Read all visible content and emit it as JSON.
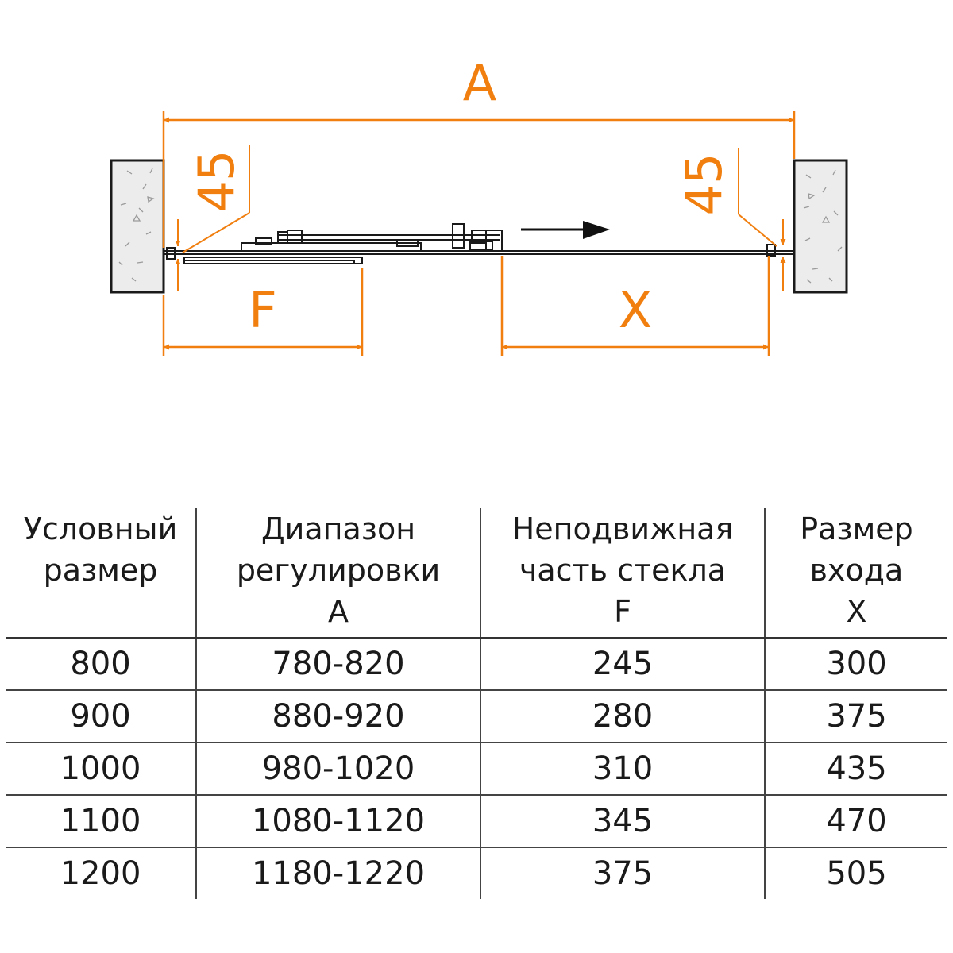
{
  "diagram": {
    "dimension_labels": {
      "a": "A",
      "f": "F",
      "x": "X",
      "offset_left": "45",
      "offset_right": "45"
    },
    "colors": {
      "dimension": "#f07f10",
      "outline": "#1a1a1a",
      "wall_fill": "#e6e6e6"
    },
    "opening_direction_icon": "arrow-right-icon"
  },
  "table": {
    "headers": [
      [
        "Условный",
        "размер"
      ],
      [
        "Диапазон",
        "регулировки",
        "A"
      ],
      [
        "Неподвижная",
        "часть стекла",
        "F"
      ],
      [
        "Размер",
        "входа",
        "X"
      ]
    ],
    "rows": [
      [
        "800",
        "780-820",
        "245",
        "300"
      ],
      [
        "900",
        "880-920",
        "280",
        "375"
      ],
      [
        "1000",
        "980-1020",
        "310",
        "435"
      ],
      [
        "1100",
        "1080-1120",
        "345",
        "470"
      ],
      [
        "1200",
        "1180-1220",
        "375",
        "505"
      ]
    ]
  }
}
